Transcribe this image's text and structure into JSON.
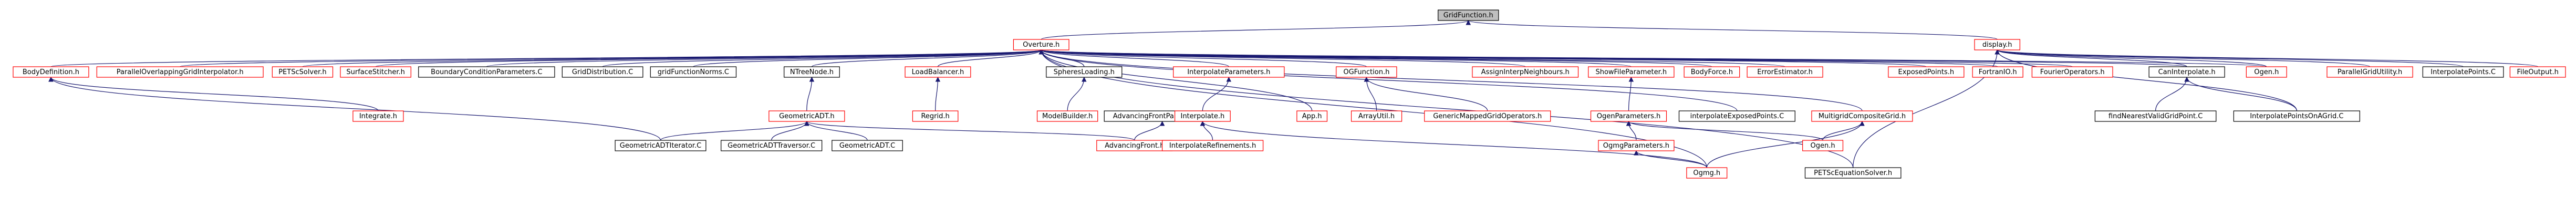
{
  "colors": {
    "root_fill": "#bfbfbf",
    "node_fill": "#ffffff",
    "border_documented": "#000000",
    "border_undocumented": "#ff0000",
    "edge": "#191970"
  },
  "nodes": {
    "gridfunction_h": {
      "label": "GridFunction.h",
      "kind": "root"
    },
    "overture_h": {
      "label": "Overture.h",
      "kind": "undocumented"
    },
    "display_h": {
      "label": "display.h",
      "kind": "undocumented"
    },
    "bodydefinition_h": {
      "label": "BodyDefinition.h",
      "kind": "undocumented"
    },
    "parallel_overlap_h": {
      "label": "ParallelOverlappingGridInterpolator.h",
      "kind": "undocumented"
    },
    "petscsolver_h": {
      "label": "PETScSolver.h",
      "kind": "undocumented"
    },
    "surfacestitcher_h": {
      "label": "SurfaceStitcher.h",
      "kind": "undocumented"
    },
    "boundarycond_c": {
      "label": "BoundaryConditionParameters.C",
      "kind": "documented"
    },
    "griddistribution_c": {
      "label": "GridDistribution.C",
      "kind": "documented"
    },
    "gridfunctionnorms_c": {
      "label": "gridFunctionNorms.C",
      "kind": "documented"
    },
    "ntreenode_h": {
      "label": "NTreeNode.h",
      "kind": "documented"
    },
    "loadbalancer_h": {
      "label": "LoadBalancer.h",
      "kind": "undocumented"
    },
    "spheresloading_h": {
      "label": "SpheresLoading.h",
      "kind": "documented"
    },
    "interpolateparams_h": {
      "label": "InterpolateParameters.h",
      "kind": "undocumented"
    },
    "ogfunction_h": {
      "label": "OGFunction.h",
      "kind": "undocumented"
    },
    "assignneighbours_h": {
      "label": "AssignInterpNeighbours.h",
      "kind": "undocumented"
    },
    "showfileparam_h": {
      "label": "ShowFileParameter.h",
      "kind": "undocumented"
    },
    "bodyforce_h": {
      "label": "BodyForce.h",
      "kind": "undocumented"
    },
    "errorestimator_h": {
      "label": "ErrorEstimator.h",
      "kind": "undocumented"
    },
    "exposedpoints_h": {
      "label": "ExposedPoints.h",
      "kind": "undocumented"
    },
    "fortranio_h": {
      "label": "FortranIO.h",
      "kind": "undocumented"
    },
    "fourieroperators_h": {
      "label": "FourierOperators.h",
      "kind": "undocumented"
    },
    "cannotinterp_h": {
      "label": "CanInterpolate.h",
      "kind": "documented"
    },
    "ogen_h_top": {
      "label": "Ogen.h",
      "kind": "undocumented"
    },
    "parallelgridutil_h": {
      "label": "ParallelGridUtility.h",
      "kind": "undocumented"
    },
    "interpolatepoints_c": {
      "label": "InterpolatePoints.C",
      "kind": "documented"
    },
    "fileoutput_h": {
      "label": "FileOutput.h",
      "kind": "undocumented"
    },
    "integrate_h_left": {
      "label": "Integrate.h",
      "kind": "undocumented"
    },
    "regrid_h": {
      "label": "Regrid.h",
      "kind": "undocumented"
    },
    "geometricadt_h": {
      "label": "GeometricADT.h",
      "kind": "undocumented"
    },
    "modelbuilder_h": {
      "label": "ModelBuilder.h",
      "kind": "undocumented"
    },
    "advfrontparams_h": {
      "label": "AdvancingFrontParameters.h",
      "kind": "documented"
    },
    "interpolate_h": {
      "label": "Interpolate.h",
      "kind": "undocumented"
    },
    "app_h": {
      "label": "App.h",
      "kind": "undocumented"
    },
    "arrayutil_h": {
      "label": "ArrayUtil.h",
      "kind": "undocumented"
    },
    "genericmapped_h": {
      "label": "GenericMappedGridOperators.h",
      "kind": "undocumented"
    },
    "ogenparameters_h": {
      "label": "OgenParameters.h",
      "kind": "undocumented"
    },
    "interpexposed_c": {
      "label": "interpolateExposedPoints.C",
      "kind": "documented"
    },
    "multigridcomposite_h": {
      "label": "MultigridCompositeGrid.h",
      "kind": "undocumented"
    },
    "findnearest_c": {
      "label": "findNearestValidGridPoint.C",
      "kind": "documented"
    },
    "interpfromcomposite_c": {
      "label": "InterpolatePointsOnAGrid.C",
      "kind": "documented"
    },
    "geoadtiterator_c": {
      "label": "GeometricADTIterator.C",
      "kind": "documented"
    },
    "geoadttraversor_c": {
      "label": "GeometricADTTraversor.C",
      "kind": "documented"
    },
    "geometricadt_c": {
      "label": "GeometricADT.C",
      "kind": "documented"
    },
    "advancingfront_h": {
      "label": "AdvancingFront.h",
      "kind": "undocumented"
    },
    "interprefinements_h": {
      "label": "InterpolateRefinements.h",
      "kind": "undocumented"
    },
    "ogmgparameters_h": {
      "label": "OgmgParameters.h",
      "kind": "undocumented"
    },
    "ogen_h": {
      "label": "Ogen.h",
      "kind": "undocumented"
    },
    "ogmg_h": {
      "label": "Ogmg.h",
      "kind": "undocumented"
    },
    "petscequation_h": {
      "label": "PETScEquationSolver.h",
      "kind": "documented"
    }
  }
}
